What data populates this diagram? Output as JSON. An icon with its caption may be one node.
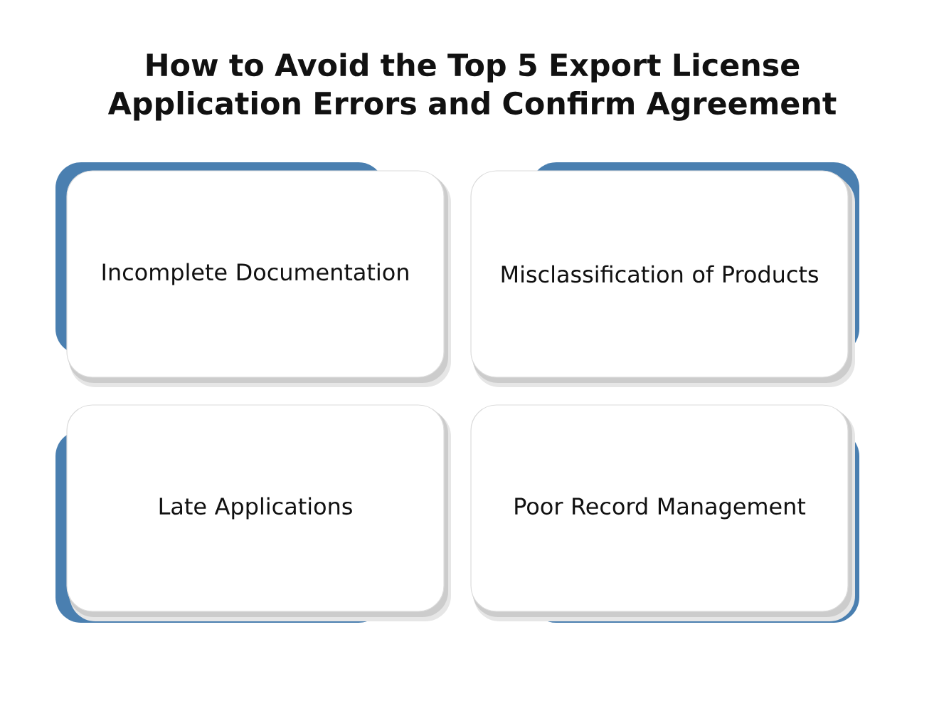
{
  "diagram": {
    "title": "How to Avoid the Top 5 Export License Application Errors and Confirm Agreement",
    "nodes": [
      {
        "text": [
          "Incomplete Documentation"
        ]
      },
      {
        "text": [
          "Misclassification of Products"
        ]
      },
      {
        "text": [
          "Late Applications"
        ]
      },
      {
        "text": [
          "Poor Record Management"
        ]
      }
    ]
  }
}
